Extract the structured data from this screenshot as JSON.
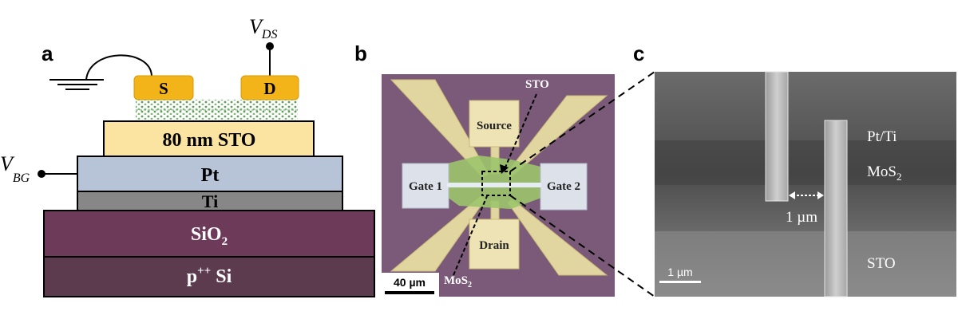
{
  "panels": {
    "a": {
      "label": "a",
      "source_contact": "S",
      "drain_contact": "D",
      "vds_main": "V",
      "vds_sub": "DS",
      "vbg_main": "V",
      "vbg_sub": "BG",
      "layers": {
        "sto": "80 nm STO",
        "pt": "Pt",
        "ti": "Ti",
        "sio2_main": "SiO",
        "sio2_sub": "2",
        "psi_p": "p",
        "psi_sup": "++",
        "psi_si": " Si"
      },
      "colors": {
        "contact": "#f2b418",
        "sto": "#fbe4a1",
        "pt": "#b7c4d8",
        "ti": "#878787",
        "sio2": "#6e3a5a",
        "psi": "#5d3b4f",
        "mos2": "#8cc084"
      }
    },
    "b": {
      "label": "b",
      "pads": {
        "source": "Source",
        "drain": "Drain",
        "gate1": "Gate 1",
        "gate2": "Gate 2"
      },
      "sto_label": "STO",
      "mos2_main": "MoS",
      "mos2_sub": "2",
      "scale_bar": "40 µm",
      "colors": {
        "substrate": "#7a5a78",
        "pad": "#eee3b4",
        "gate": "#dde2ea",
        "flake": "#9cc46c"
      }
    },
    "c": {
      "label": "c",
      "ptti": "Pt/Ti",
      "mos2_main": "MoS",
      "mos2_sub": "2",
      "sto": "STO",
      "gap": "1 µm",
      "scale_bar": "1 µm"
    }
  }
}
